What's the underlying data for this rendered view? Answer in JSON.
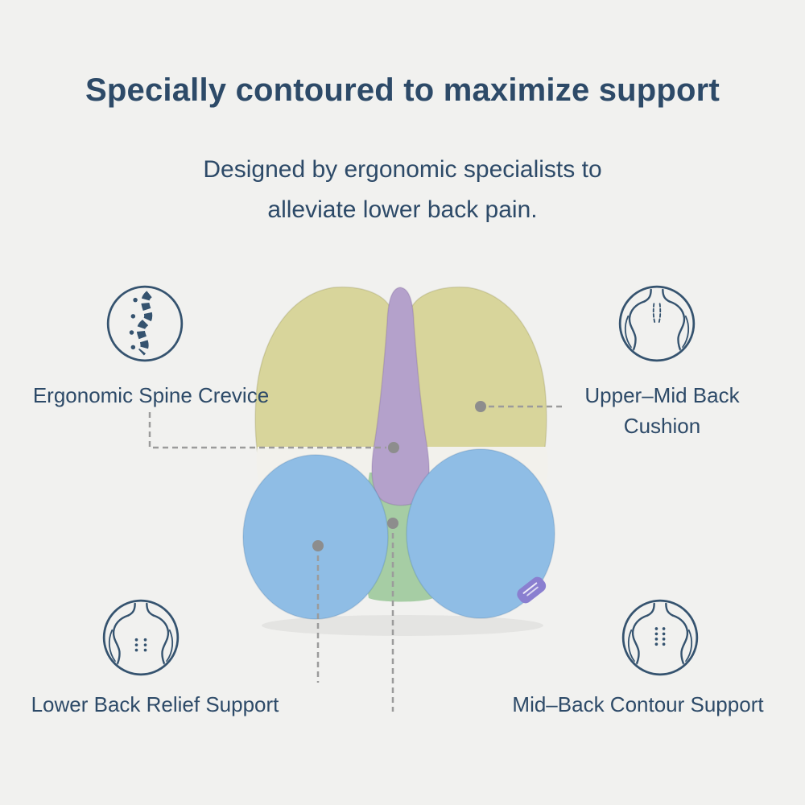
{
  "header": {
    "title": "Specially contoured to maximize support",
    "subtitle_line1": "Designed by ergonomic specialists to",
    "subtitle_line2": "alleviate lower back pain."
  },
  "callouts": {
    "spine_crevice": {
      "label": "Ergonomic Spine Crevice",
      "icon": "spine-icon"
    },
    "upper_mid_back": {
      "label_line1": "Upper–Mid Back",
      "label_line2": "Cushion",
      "icon": "upper-back-icon"
    },
    "lower_back": {
      "label": "Lower Back Relief Support",
      "icon": "lower-back-icon"
    },
    "mid_back": {
      "label": "Mid–Back Contour Support",
      "icon": "mid-back-icon"
    }
  },
  "colors": {
    "background": "#f1f1ef",
    "heading": "#2d4a68",
    "label": "#2d4a68",
    "icon_stroke": "#35536f",
    "leader_line": "#9b9b9b",
    "pillow_yellow": "#d8d59b",
    "pillow_purple": "#b4a1cb",
    "pillow_blue": "#8fbde5",
    "pillow_green": "#a6cda4",
    "pillow_white_band": "#f2f1ec",
    "tag": "#8a7fd0"
  }
}
